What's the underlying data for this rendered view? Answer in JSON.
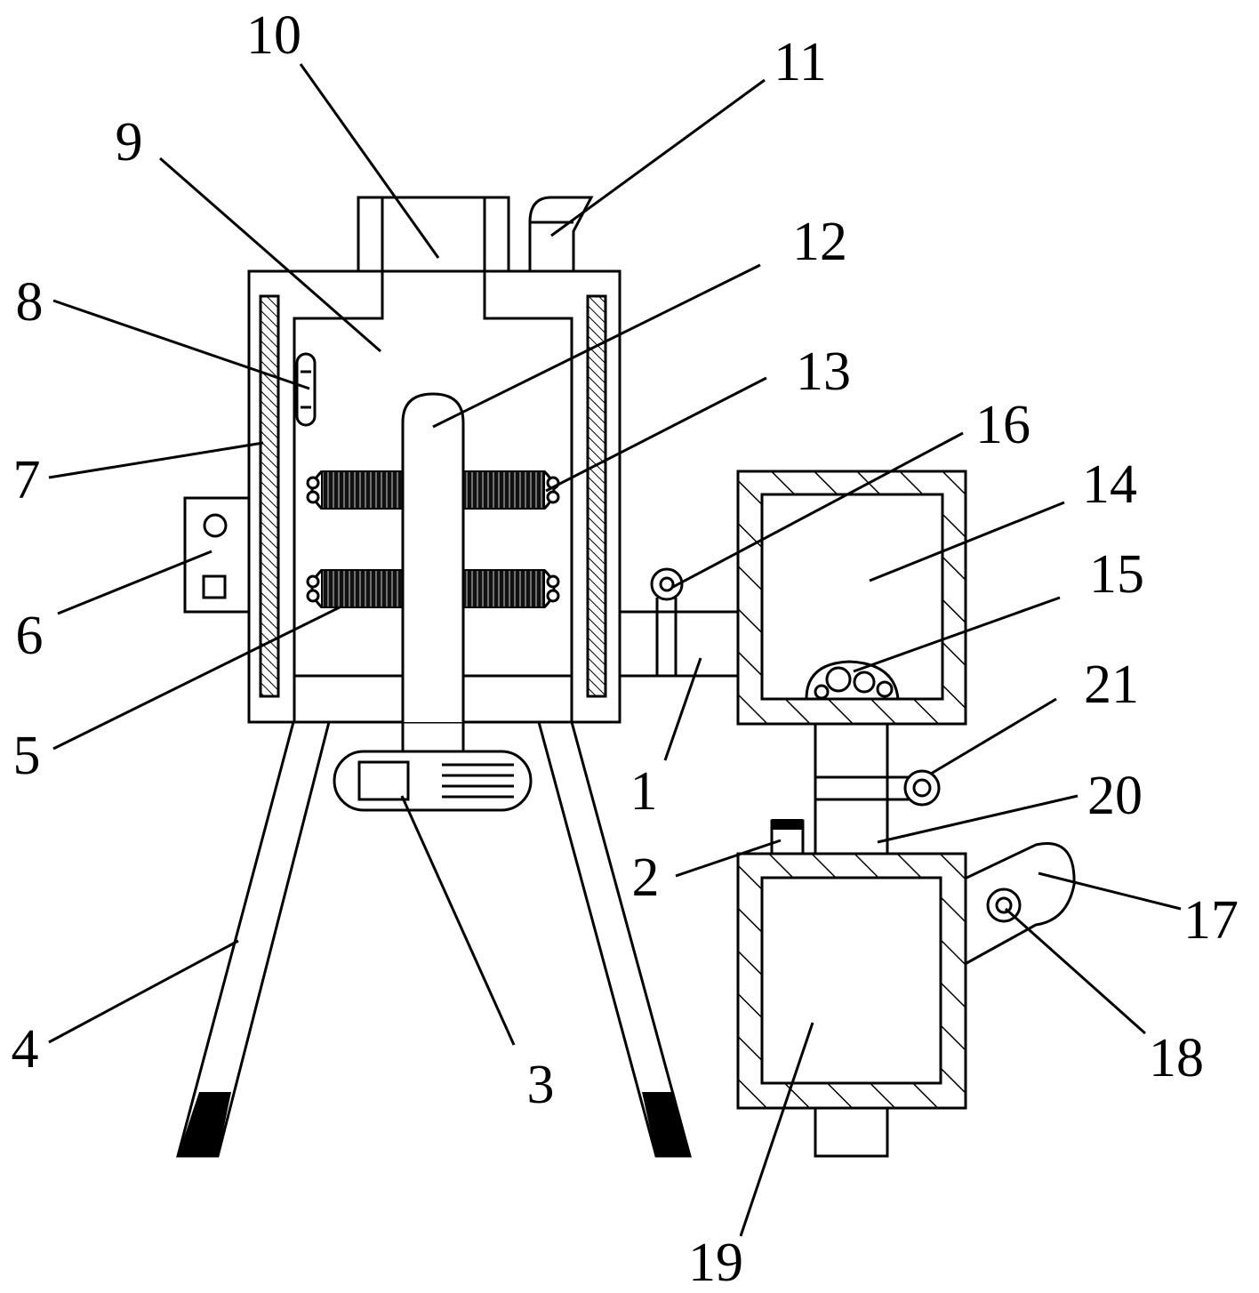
{
  "labels": {
    "l1": "1",
    "l2": "2",
    "l3": "3",
    "l4": "4",
    "l5": "5",
    "l6": "6",
    "l7": "7",
    "l8": "8",
    "l9": "9",
    "l10": "10",
    "l11": "11",
    "l12": "12",
    "l13": "13",
    "l14": "14",
    "l15": "15",
    "l16": "16",
    "l17": "17",
    "l18": "18",
    "l19": "19",
    "l20": "20",
    "l21": "21"
  },
  "colors": {
    "ink": "#000000",
    "paper": "#ffffff"
  }
}
